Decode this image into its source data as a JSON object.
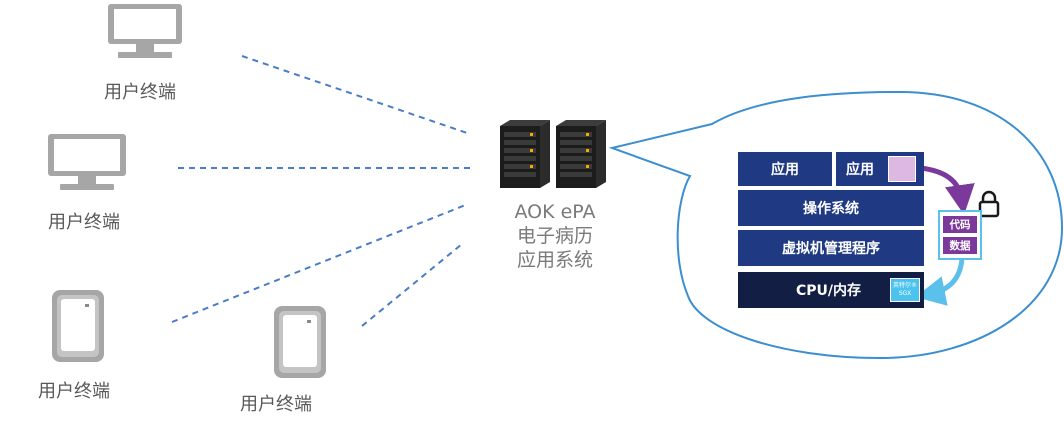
{
  "terminals": [
    {
      "label": "用户终端",
      "icon": "monitor-icon"
    },
    {
      "label": "用户终端",
      "icon": "monitor-icon"
    },
    {
      "label": "用户终端",
      "icon": "mobile-device-icon"
    },
    {
      "label": "用户终端",
      "icon": "mobile-device-icon"
    }
  ],
  "server": {
    "icon": "server-rack-icon",
    "line1": "AOK ePA",
    "line2": "电子病历",
    "line3": "应用系统"
  },
  "stack": {
    "app_left": "应用",
    "app_right": "应用",
    "os": "操作系统",
    "vmm": "虚拟机管理程序",
    "cpu": "CPU/内存",
    "sgx": "英特尔®\nSGX",
    "code": "代码",
    "data": "数据",
    "lock_icon": "lock-icon"
  },
  "colors": {
    "dashed_line": "#4a7cc7",
    "bubble_stroke": "#3b8fd0",
    "block_blue": "#1f3a82",
    "block_dark": "#121e44",
    "enclave_purple": "#7b3a9b",
    "enclave_pink": "#dcb8e3",
    "sgx_cyan": "#4cc3ee",
    "arrow_purple": "#7b3a9b",
    "arrow_cyan": "#5bc0ec"
  }
}
